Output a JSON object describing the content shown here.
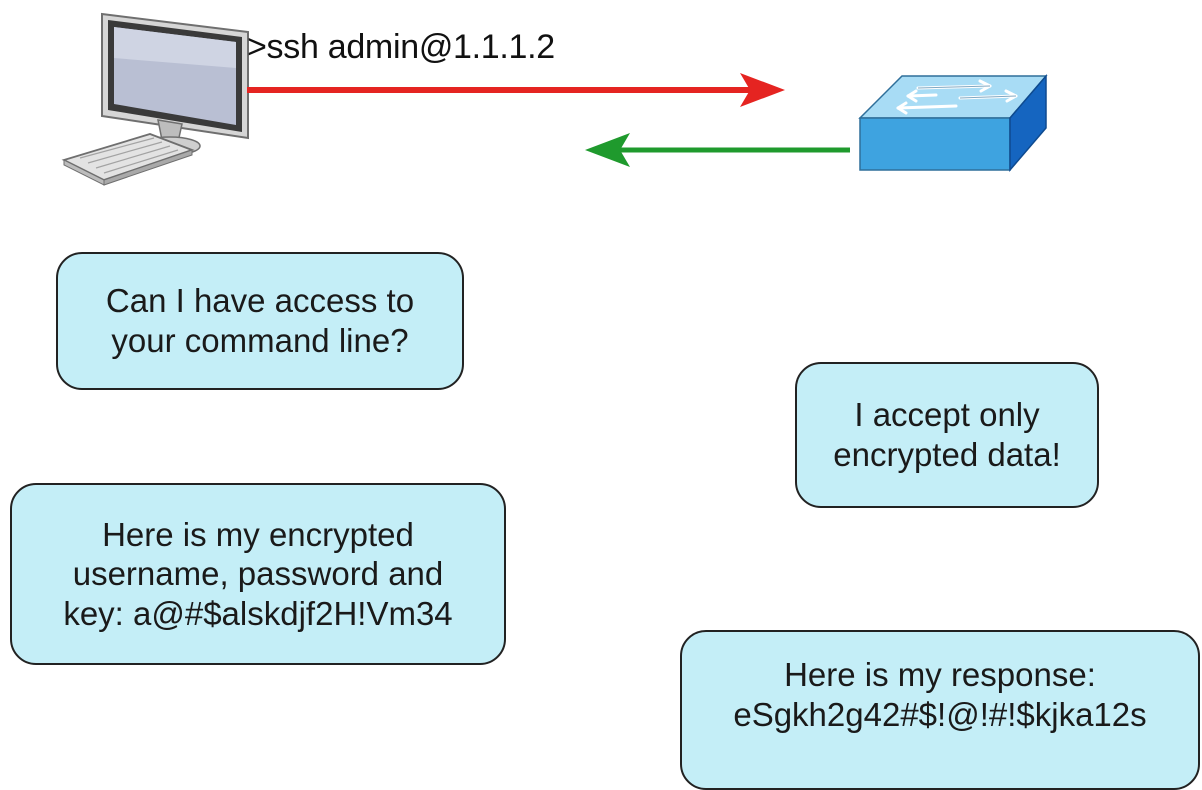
{
  "command": ">ssh admin@1.1.1.2",
  "bubbles": {
    "client_request": [
      "Can I have access to",
      "your command line?"
    ],
    "switch_reply": [
      "I accept only",
      "encrypted data!"
    ],
    "client_credentials": [
      "Here is my encrypted",
      "username, password and",
      "key: a@#$alskdjf2H!Vm34"
    ],
    "switch_response": [
      "Here is my response:",
      "eSgkh2g42#$!@!#!$kjka12s"
    ]
  },
  "colors": {
    "request_arrow": "#e52421",
    "response_arrow": "#1f9a2d",
    "bubble_fill": "#c4eef7",
    "switch_top": "#a8dcf5",
    "switch_front": "#3ea3e0",
    "switch_side": "#1565c0"
  },
  "icons": [
    "computer-icon",
    "switch-icon"
  ]
}
